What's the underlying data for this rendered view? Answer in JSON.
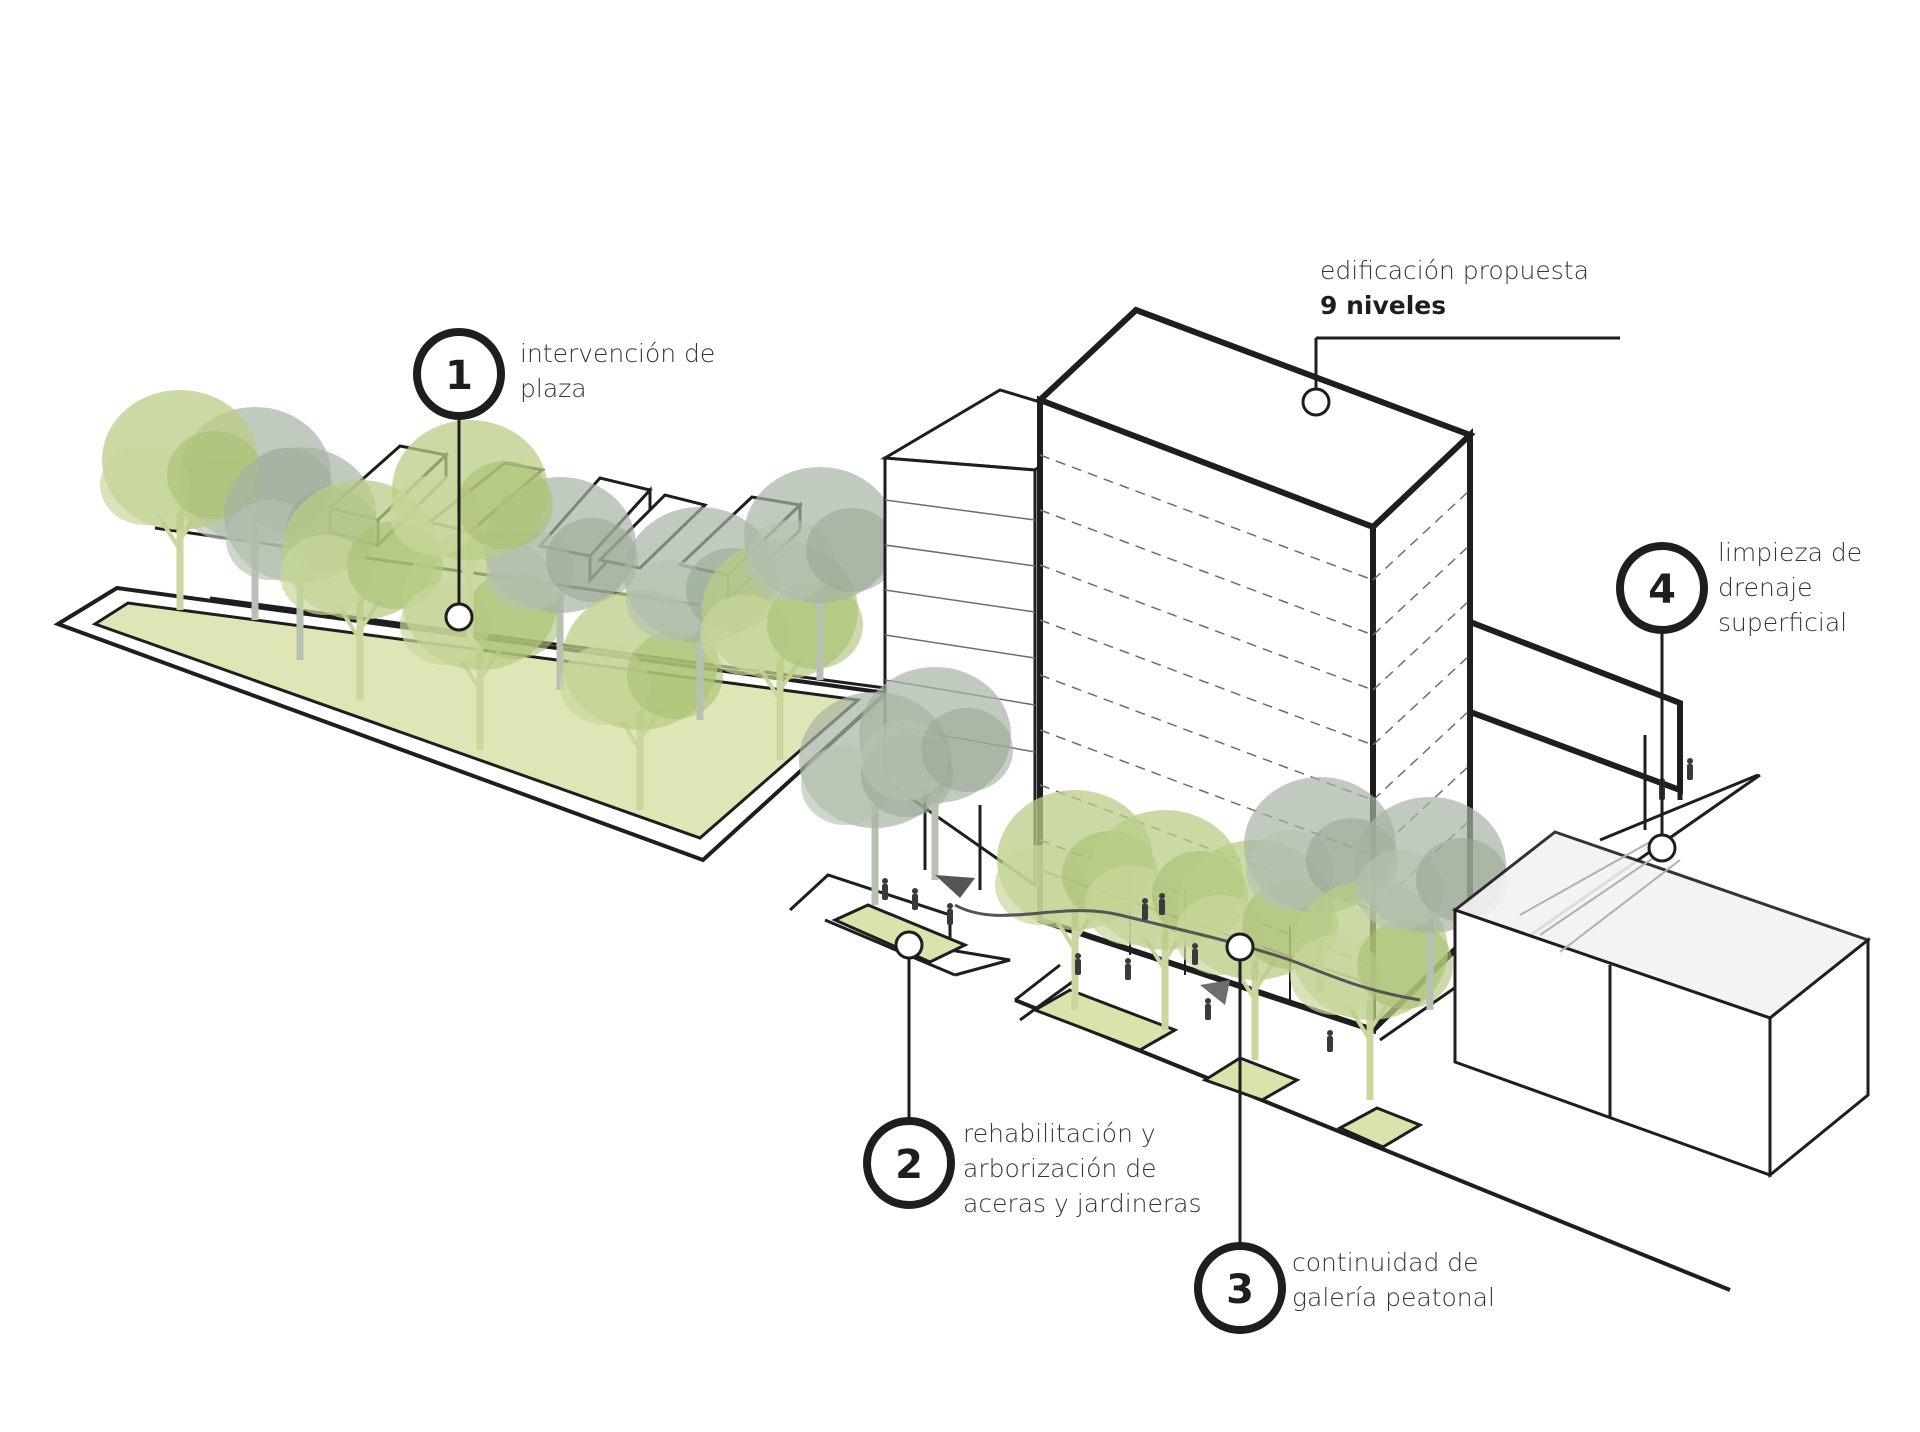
{
  "annotations": [
    {
      "number": "1",
      "lines": [
        "intervención de",
        "plaza"
      ]
    },
    {
      "number": "2",
      "lines": [
        "rehabilitación y",
        "arborización de",
        "aceras y jardineras"
      ]
    },
    {
      "number": "3",
      "lines": [
        "continuidad de",
        "galería peatonal"
      ]
    },
    {
      "number": "4",
      "lines": [
        "limpieza de",
        "drenaje",
        "superficial"
      ]
    }
  ],
  "building": {
    "label": "edificación propuesta",
    "levels": "9 niveles"
  },
  "colors": {
    "ink": "#1e1e1e",
    "plaza_fill": "#dfe6b6",
    "tree_green": "#b9cc86",
    "tree_grey": "#a7b4a2",
    "planter": "#d9e3ac"
  }
}
